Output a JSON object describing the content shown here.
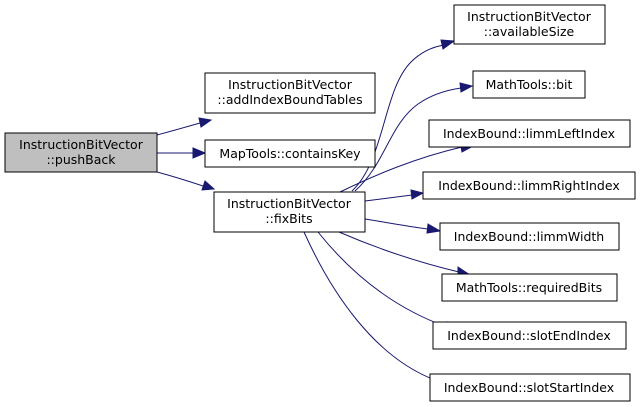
{
  "graph": {
    "edge_color": "#191970",
    "root_fill": "#bfbfbf",
    "nodes": {
      "push_back": {
        "lines": [
          "InstructionBitVector",
          "::pushBack"
        ],
        "root": true
      },
      "add_index_bound_tables": {
        "lines": [
          "InstructionBitVector",
          "::addIndexBoundTables"
        ]
      },
      "contains_key": {
        "lines": [
          "MapTools::containsKey"
        ]
      },
      "fix_bits": {
        "lines": [
          "InstructionBitVector",
          "::fixBits"
        ]
      },
      "available_size": {
        "lines": [
          "InstructionBitVector",
          "::availableSize"
        ]
      },
      "bit": {
        "lines": [
          "MathTools::bit"
        ]
      },
      "limm_left_index": {
        "lines": [
          "IndexBound::limmLeftIndex"
        ]
      },
      "limm_right_index": {
        "lines": [
          "IndexBound::limmRightIndex"
        ]
      },
      "limm_width": {
        "lines": [
          "IndexBound::limmWidth"
        ]
      },
      "required_bits": {
        "lines": [
          "MathTools::requiredBits"
        ]
      },
      "slot_end_index": {
        "lines": [
          "IndexBound::slotEndIndex"
        ]
      },
      "slot_start_index": {
        "lines": [
          "IndexBound::slotStartIndex"
        ]
      }
    },
    "edges": [
      [
        "push_back",
        "add_index_bound_tables"
      ],
      [
        "push_back",
        "contains_key"
      ],
      [
        "push_back",
        "fix_bits"
      ],
      [
        "fix_bits",
        "available_size"
      ],
      [
        "fix_bits",
        "bit"
      ],
      [
        "fix_bits",
        "limm_left_index"
      ],
      [
        "fix_bits",
        "limm_right_index"
      ],
      [
        "fix_bits",
        "limm_width"
      ],
      [
        "fix_bits",
        "required_bits"
      ],
      [
        "fix_bits",
        "slot_end_index"
      ],
      [
        "fix_bits",
        "slot_start_index"
      ]
    ]
  }
}
